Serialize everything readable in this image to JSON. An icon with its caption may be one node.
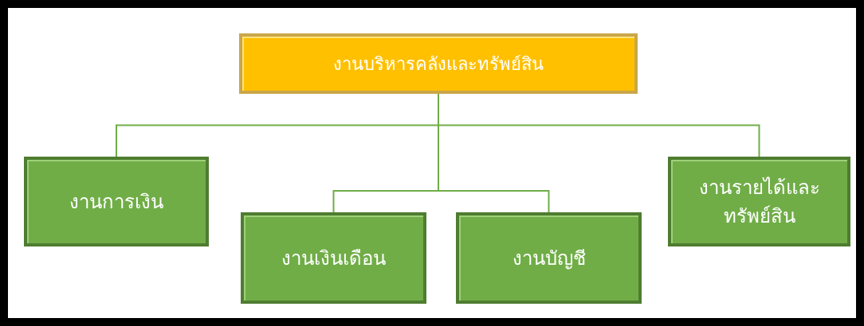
{
  "diagram": {
    "nodes": [
      {
        "text": [
          "งานบริหารคลังและทรัพย์สิน"
        ]
      },
      {
        "text": [
          "งานการเงิน"
        ]
      },
      {
        "text": [
          "งานเงินเดือน"
        ]
      },
      {
        "text": [
          "งานบัญชี"
        ]
      },
      {
        "text": [
          "งานรายได้และ ทรัพย์สิน"
        ]
      }
    ],
    "edges": [
      {
        "from": 0,
        "to": 1,
        "arrow": "none"
      },
      {
        "from": 0,
        "to": 2,
        "arrow": "none"
      },
      {
        "from": 0,
        "to": 3,
        "arrow": "none"
      },
      {
        "from": 0,
        "to": 4,
        "arrow": "none"
      }
    ]
  }
}
